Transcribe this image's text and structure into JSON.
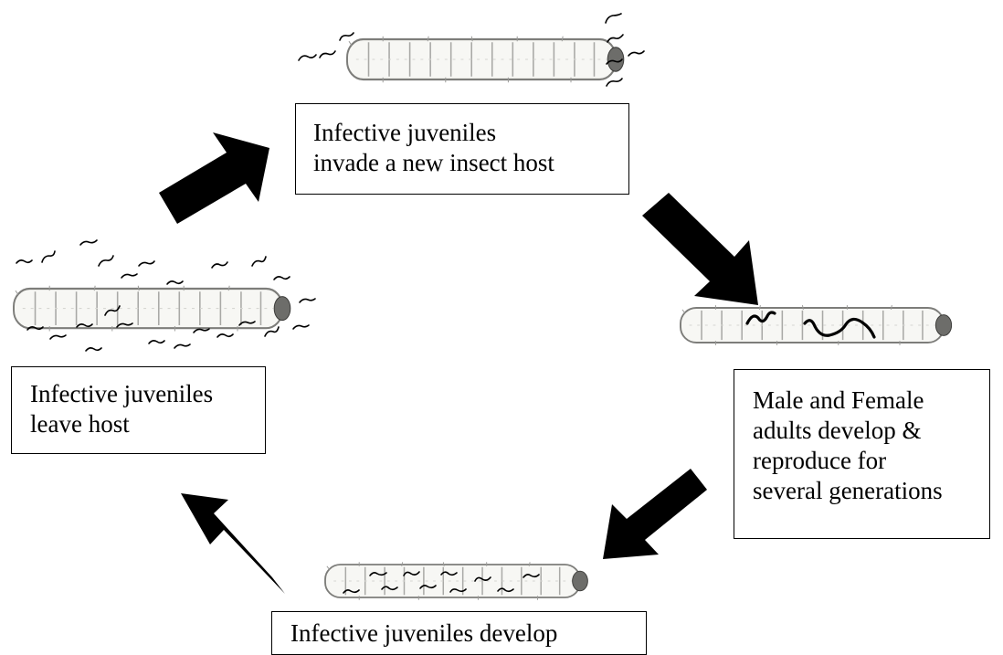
{
  "stages": {
    "invade": {
      "lines": [
        "Infective juveniles",
        "invade a new insect host"
      ]
    },
    "reproduce": {
      "lines": [
        "Male and Female",
        "adults develop &",
        "reproduce for",
        "several generations"
      ]
    },
    "develop": {
      "lines": [
        "Infective juveniles develop"
      ]
    },
    "leave": {
      "lines": [
        "Infective juveniles",
        "leave host"
      ]
    }
  },
  "colors": {
    "arrow": "#000000",
    "larva_fill": "#f7f7f4",
    "larva_outline": "#8a8a88",
    "nematode": "#000000"
  }
}
